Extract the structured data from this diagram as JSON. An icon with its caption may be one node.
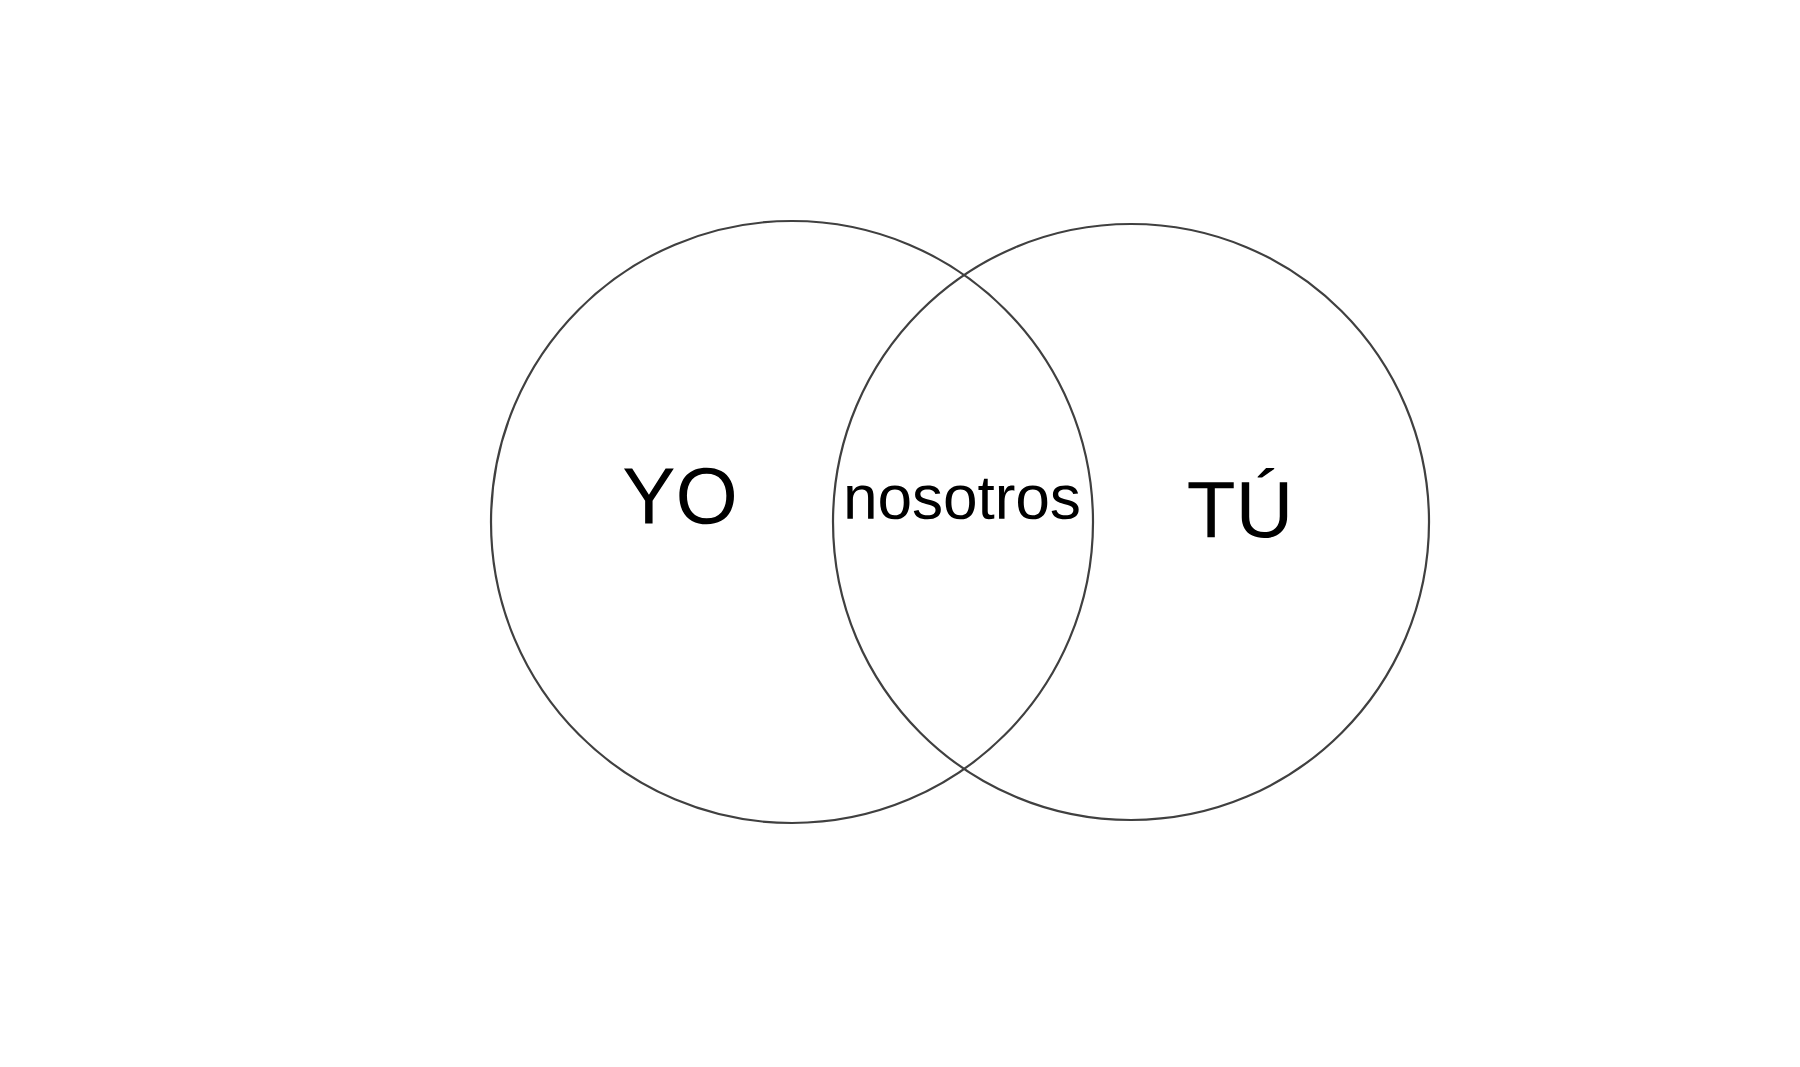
{
  "diagram": {
    "nodes": [
      {
        "text": [
          "YO"
        ]
      },
      {
        "text": [
          "TÚ"
        ]
      }
    ],
    "labels": [
      "nosotros"
    ]
  }
}
